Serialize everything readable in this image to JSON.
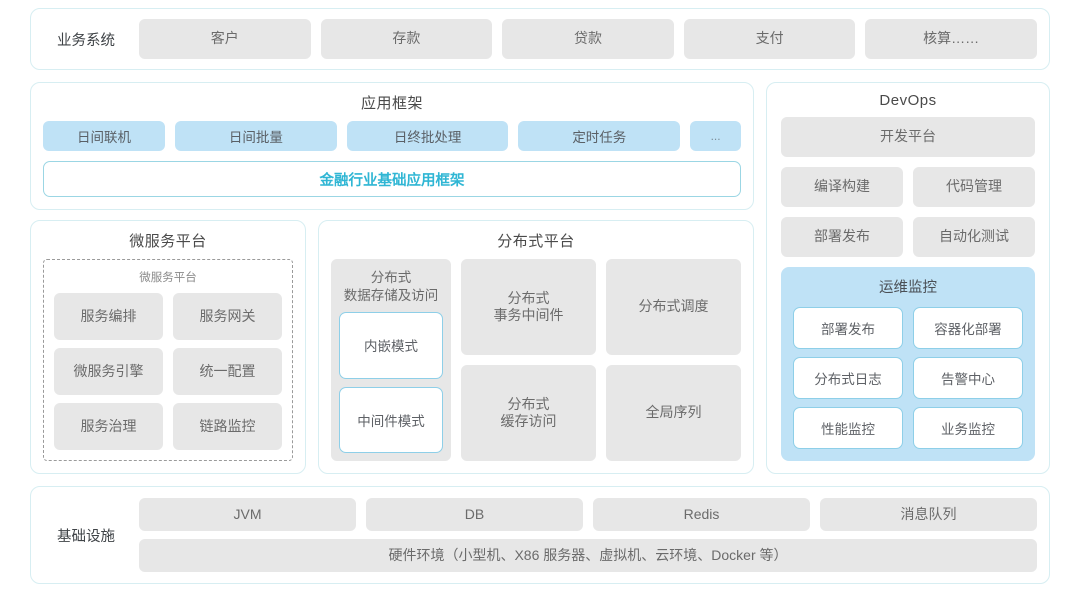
{
  "business_systems": {
    "label": "业务系统",
    "items": [
      "客户",
      "存款",
      "贷款",
      "支付",
      "核算……"
    ]
  },
  "app_framework": {
    "title": "应用框架",
    "tags": [
      "日间联机",
      "日间批量",
      "日终批处理",
      "定时任务",
      "..."
    ],
    "framework_band": "金融行业基础应用框架",
    "accent_color": "#2fb6d4"
  },
  "microservice_platform": {
    "title": "微服务平台",
    "inner_title": "微服务平台",
    "items": [
      "服务编排",
      "服务网关",
      "微服务引擎",
      "统一配置",
      "服务治理",
      "链路监控"
    ]
  },
  "distributed_platform": {
    "title": "分布式平台",
    "storage_column": {
      "title": "分布式\n数据存储及访问",
      "modes": [
        "内嵌模式",
        "中间件模式"
      ]
    },
    "items": [
      "分布式\n事务中间件",
      "分布式调度",
      "分布式\n缓存访问",
      "全局序列"
    ]
  },
  "devops": {
    "title": "DevOps",
    "platform": "开发平台",
    "tools": [
      "编译构建",
      "代码管理",
      "部署发布",
      "自动化测试"
    ],
    "ops_monitor": {
      "title": "运维监控",
      "items": [
        "部署发布",
        "容器化部署",
        "分布式日志",
        "告警中心",
        "性能监控",
        "业务监控"
      ],
      "bg_color": "#bfe2f6"
    }
  },
  "infrastructure": {
    "label": "基础设施",
    "items": [
      "JVM",
      "DB",
      "Redis",
      "消息队列"
    ],
    "hardware": "硬件环境（小型机、X86 服务器、虚拟机、云环境、Docker 等）"
  }
}
